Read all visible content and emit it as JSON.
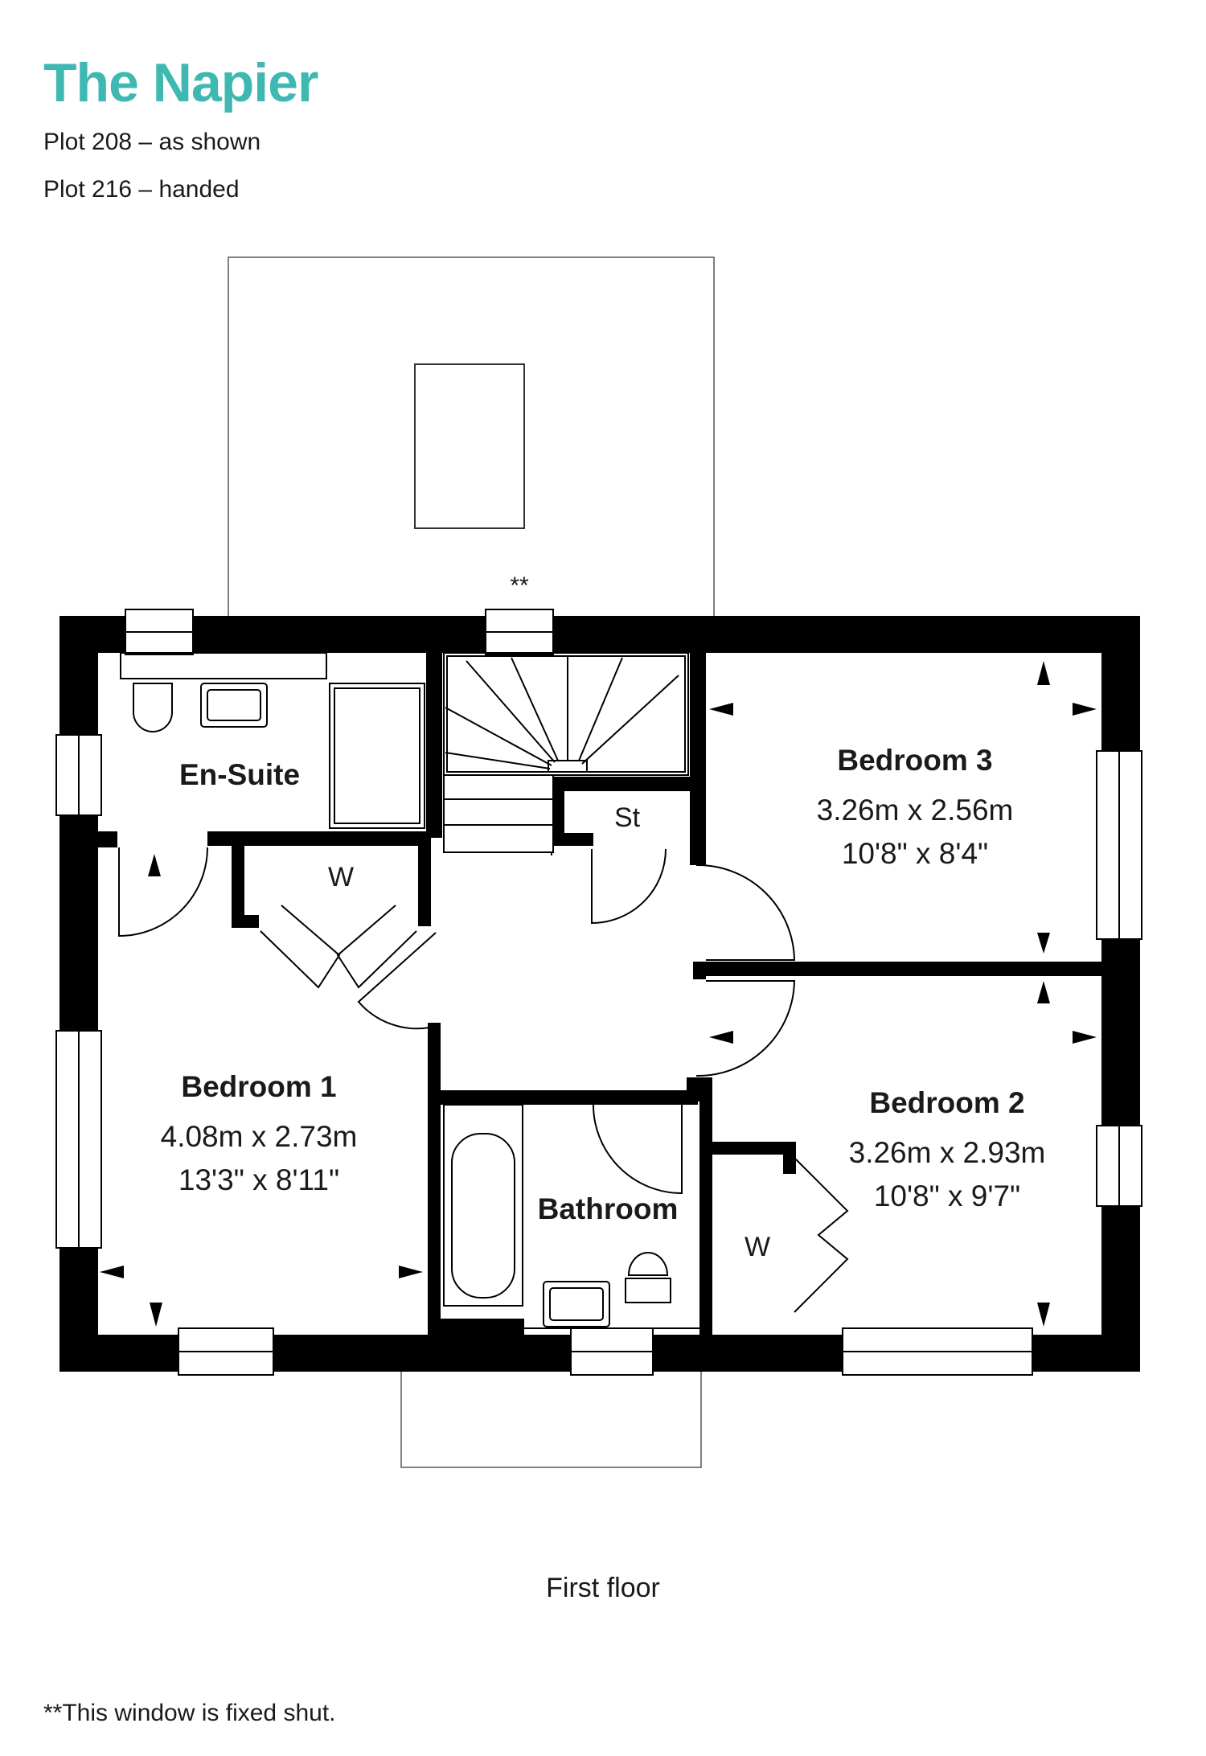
{
  "header": {
    "title": "The Napier",
    "plots": [
      "Plot 208 – as shown",
      "Plot 216 – handed"
    ],
    "accent_color": "#3fb8b2"
  },
  "plan": {
    "fixed_window_marker": "**",
    "rooms": {
      "ensuite": {
        "name": "En-Suite"
      },
      "store": {
        "name": "St"
      },
      "bedroom3": {
        "name": "Bedroom 3",
        "metric": "3.26m x 2.56m",
        "imperial": "10'8\" x 8'4\""
      },
      "wardrobe1": {
        "name": "W"
      },
      "bedroom1": {
        "name": "Bedroom 1",
        "metric": "4.08m x 2.73m",
        "imperial": "13'3\" x 8'11\""
      },
      "bedroom2": {
        "name": "Bedroom 2",
        "metric": "3.26m x 2.93m",
        "imperial": "10'8\" x 9'7\""
      },
      "bathroom": {
        "name": "Bathroom"
      },
      "wardrobe2": {
        "name": "W"
      }
    },
    "wall_color": "#000000"
  },
  "caption": "First floor",
  "footnote": "**This window is fixed shut."
}
